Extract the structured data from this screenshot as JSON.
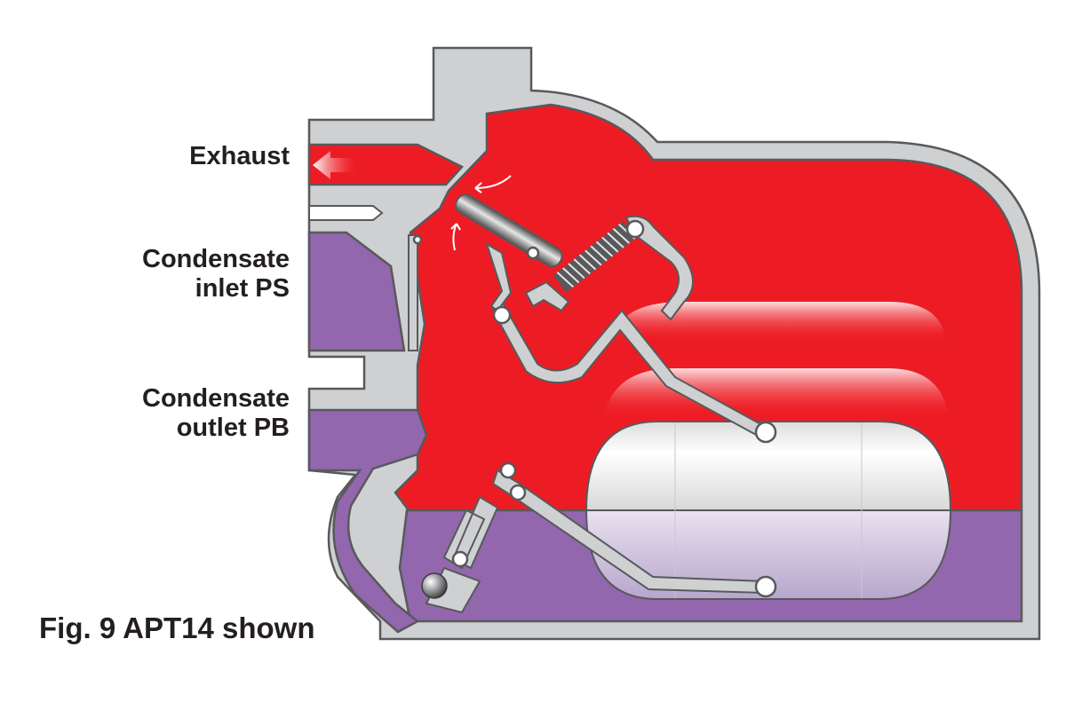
{
  "labels": {
    "exhaust": "Exhaust",
    "inlet": [
      "Condensate",
      "inlet PS"
    ],
    "outlet": [
      "Condensate",
      "outlet PB"
    ]
  },
  "caption": "Fig. 9 APT14 shown",
  "colors": {
    "steam": "#ed1c24",
    "condensate": "#9267ad",
    "body": "#cfd0d2",
    "outline": "#58595b",
    "float": "#f2f2f2",
    "text": "#231f20"
  },
  "icons": {
    "exhaust_flow": "arrow-left-icon",
    "steam_flow": "curved-arrow-icon"
  }
}
